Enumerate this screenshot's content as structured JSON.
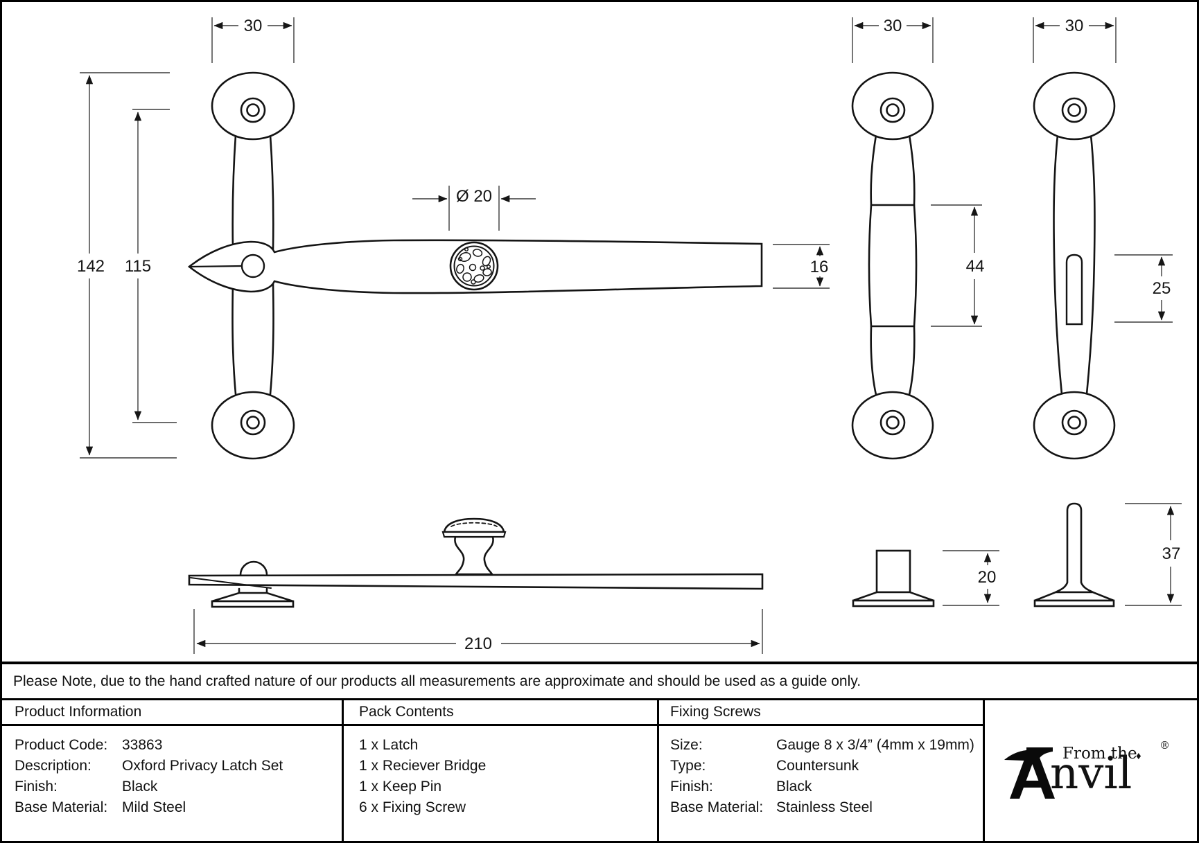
{
  "drawing": {
    "dims": {
      "latch_plate_width": "30",
      "profile_plate_width": "30",
      "receiver_plate_width": "30",
      "latch_overall_height": "142",
      "latch_fixing_centres": "115",
      "disc_diameter": "Ø 20",
      "bar_depth": "16",
      "grip_length": "44",
      "slot_length": "25",
      "bar_length": "210",
      "bridge_height": "20",
      "keep_pin_height": "37"
    }
  },
  "note": "Please Note, due to the hand crafted nature of our products all measurements are approximate and should be used as a guide only.",
  "table": {
    "product_information": {
      "title": "Product Information",
      "rows": [
        {
          "label": "Product Code:",
          "value": "33863"
        },
        {
          "label": "Description:",
          "value": "Oxford Privacy Latch Set"
        },
        {
          "label": "Finish:",
          "value": "Black"
        },
        {
          "label": "Base Material:",
          "value": "Mild Steel"
        }
      ]
    },
    "pack_contents": {
      "title": "Pack Contents",
      "items": [
        "1 x Latch",
        "1 x Reciever Bridge",
        "1 x Keep Pin",
        "6 x Fixing Screw"
      ]
    },
    "fixing_screws": {
      "title": "Fixing Screws",
      "rows": [
        {
          "label": "Size:",
          "value": "Gauge 8 x 3/4” (4mm x 19mm)"
        },
        {
          "label": "Type:",
          "value": "Countersunk"
        },
        {
          "label": "Finish:",
          "value": "Black"
        },
        {
          "label": "Base Material:",
          "value": "Stainless Steel"
        }
      ]
    },
    "logo": {
      "from_the": "From the",
      "diamond": "♦",
      "name_rest": "nvil",
      "registered": "®"
    }
  }
}
